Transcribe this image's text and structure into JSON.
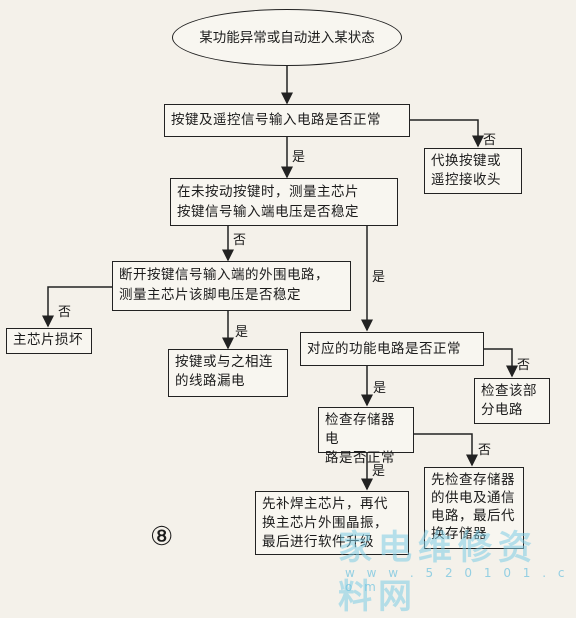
{
  "nodes": {
    "start": "某功能异常或自动进入某状态",
    "q1": "按键及遥控信号输入电路是否正常",
    "a1_no": "代换按键或\n遥控接收头",
    "q2": "在未按动按键时，测量主芯片\n按键信号输入端电压是否稳定",
    "q3": "断开按键信号输入端的外围电路，\n测量主芯片该脚电压是否稳定",
    "a3_no": "主芯片损坏",
    "a3_yes": "按键或与之相连\n的线路漏电",
    "q4": "对应的功能电路是否正常",
    "a4_no": "检查该部\n分电路",
    "q5": "检查存储器电\n路是否正常",
    "a5_yes": "先补焊主芯片，再代\n换主芯片外围晶振，\n最后进行软件升级",
    "a5_no": "先检查存储器\n的供电及通信\n电路，最后代\n换存储器"
  },
  "labels": {
    "yes": "是",
    "no": "否"
  },
  "figure_number": "⑧",
  "watermark": {
    "text": "家电维修资料网",
    "url": "w w w . 5 2 0 1 0 1 . c o m"
  }
}
